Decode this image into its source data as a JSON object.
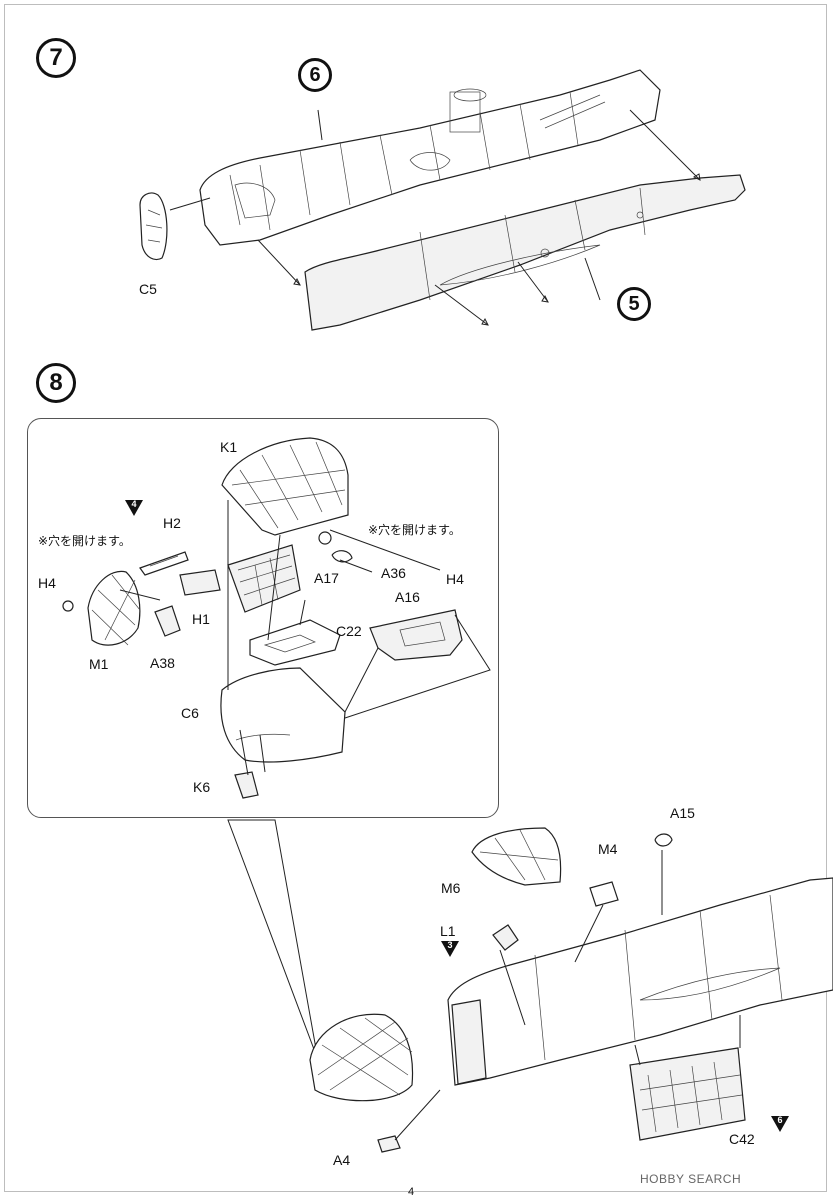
{
  "steps": {
    "step7": "7",
    "step8": "8",
    "ref6": "6",
    "ref5": "5"
  },
  "labels": {
    "C5": "C5",
    "K1": "K1",
    "H2": "H2",
    "H4_left": "H4",
    "H4_right": "H4",
    "H1": "H1",
    "M1": "M1",
    "A38": "A38",
    "A17": "A17",
    "A36": "A36",
    "A16": "A16",
    "C22": "C22",
    "C6": "C6",
    "K6": "K6",
    "A15": "A15",
    "M4": "M4",
    "M6": "M6",
    "L1": "L1",
    "A4": "A4",
    "C42": "C42"
  },
  "refs": {
    "tri_h2": "4",
    "tri_l1": "3",
    "tri_c42": "6"
  },
  "notes": {
    "drill_right": "※穴を開けます。",
    "drill_left": "※穴を開けます。"
  },
  "page_number": "4",
  "watermark": "HOBBY SEARCH"
}
